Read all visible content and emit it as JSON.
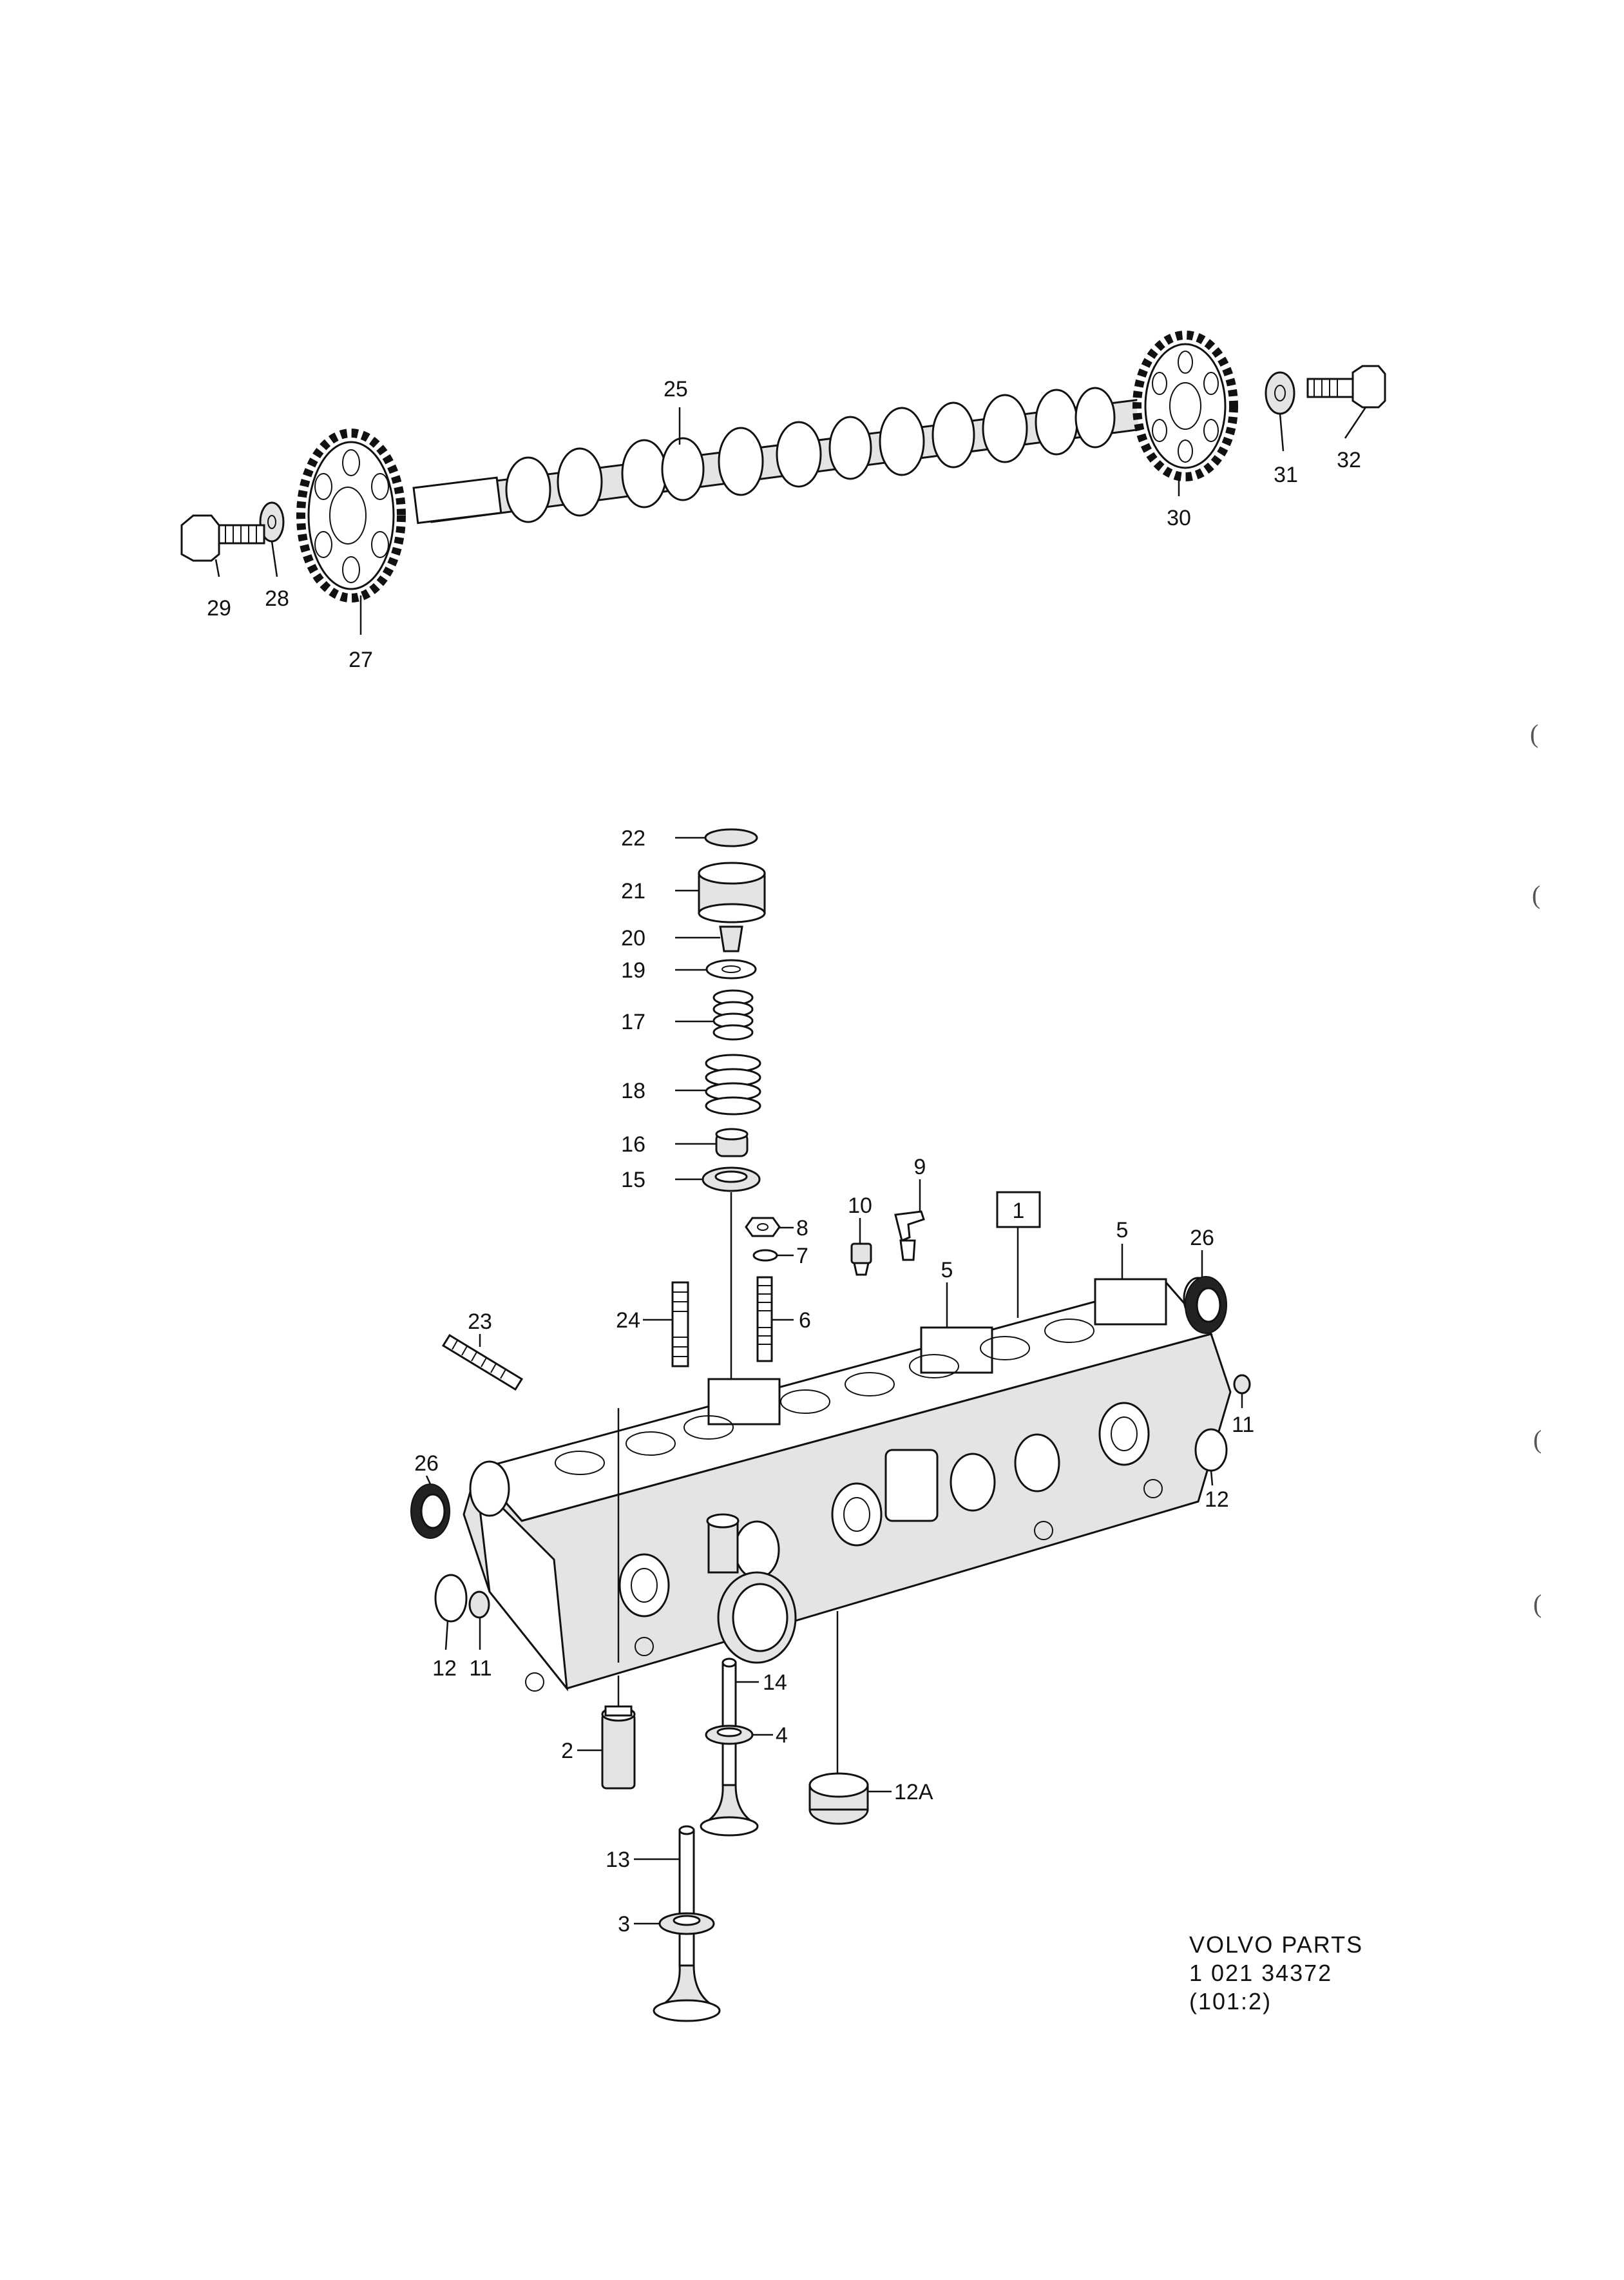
{
  "labels": {
    "l1": "1",
    "l2": "2",
    "l3": "3",
    "l4": "4",
    "l5a": "5",
    "l5b": "5",
    "l6": "6",
    "l7": "7",
    "l8": "8",
    "l9": "9",
    "l10": "10",
    "l11a": "11",
    "l11b": "11",
    "l12a": "12",
    "l12b": "12",
    "l12A": "12A",
    "l13": "13",
    "l14": "14",
    "l15": "15",
    "l16": "16",
    "l17": "17",
    "l18": "18",
    "l19": "19",
    "l20": "20",
    "l21": "21",
    "l22": "22",
    "l23": "23",
    "l24": "24",
    "l25": "25",
    "l26a": "26",
    "l26b": "26",
    "l27": "27",
    "l28": "28",
    "l29": "29",
    "l30": "30",
    "l31": "31",
    "l32": "32"
  },
  "catalog": {
    "line1": "VOLVO  PARTS",
    "line2": "1 021  34372",
    "line3": "(101:2)"
  },
  "margin_marks": [
    "(",
    "(",
    "(",
    "("
  ]
}
